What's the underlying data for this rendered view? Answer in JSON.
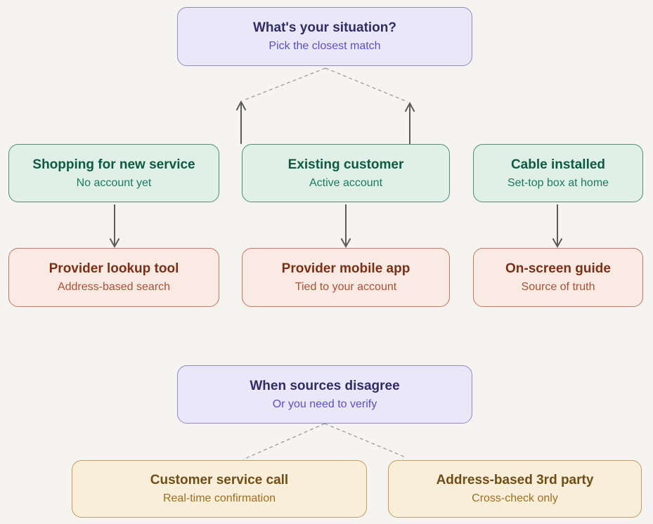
{
  "diagram": {
    "type": "flowchart",
    "background_color": "#f5f4f1",
    "nodes": [
      {
        "id": "situation",
        "title": "What's your situation?",
        "subtitle": "Pick the closest match",
        "variant": "purple"
      },
      {
        "id": "shopping",
        "title": "Shopping for new service",
        "subtitle": "No account yet",
        "variant": "green"
      },
      {
        "id": "existing",
        "title": "Existing customer",
        "subtitle": "Active account",
        "variant": "green"
      },
      {
        "id": "cable",
        "title": "Cable installed",
        "subtitle": "Set-top box at home",
        "variant": "green"
      },
      {
        "id": "lookup",
        "title": "Provider lookup tool",
        "subtitle": "Address-based search",
        "variant": "red"
      },
      {
        "id": "mobileapp",
        "title": "Provider mobile app",
        "subtitle": "Tied to your account",
        "variant": "red"
      },
      {
        "id": "guide",
        "title": "On-screen guide",
        "subtitle": "Source of truth",
        "variant": "red"
      },
      {
        "id": "disagree",
        "title": "When sources disagree",
        "subtitle": "Or you need to verify",
        "variant": "purple"
      },
      {
        "id": "service",
        "title": "Customer service call",
        "subtitle": "Real-time confirmation",
        "variant": "tan"
      },
      {
        "id": "thirdparty",
        "title": "Address-based 3rd party",
        "subtitle": "Cross-check only",
        "variant": "tan"
      }
    ],
    "edges": [
      {
        "from": "options-left",
        "to": "situation",
        "style": "solid-up-arrow-plus-dashed"
      },
      {
        "from": "options-right",
        "to": "situation",
        "style": "solid-up-arrow-plus-dashed"
      },
      {
        "from": "shopping",
        "to": "lookup",
        "style": "solid-down-arrow"
      },
      {
        "from": "existing",
        "to": "mobileapp",
        "style": "solid-down-arrow"
      },
      {
        "from": "cable",
        "to": "guide",
        "style": "solid-down-arrow"
      },
      {
        "from": "disagree",
        "to": "service",
        "style": "dashed"
      },
      {
        "from": "disagree",
        "to": "thirdparty",
        "style": "dashed"
      }
    ],
    "colors": {
      "purple": {
        "fill": "#e9e7f8",
        "border": "#9089d2",
        "title": "#322b66",
        "subtitle": "#5a4fc7"
      },
      "green": {
        "fill": "#e0f0e9",
        "border": "#4a9078",
        "title": "#0c5a42",
        "subtitle": "#1a7a5e"
      },
      "red": {
        "fill": "#faeae4",
        "border": "#c0775c",
        "title": "#7d2f16",
        "subtitle": "#ad4f33"
      },
      "tan": {
        "fill": "#f9eed9",
        "border": "#c59b5f",
        "title": "#6f4d16",
        "subtitle": "#9e6e1f"
      },
      "arrow_solid": "#5c5c5c",
      "arrow_dashed": "#9c9c9c"
    }
  }
}
